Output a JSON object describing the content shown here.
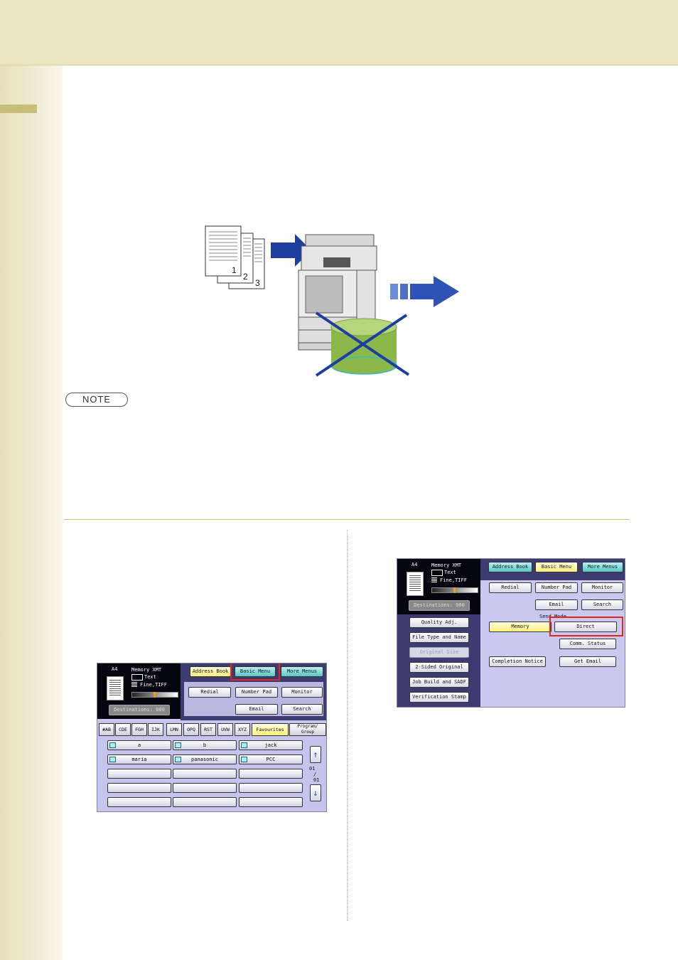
{
  "illustration": {
    "page_numbers": [
      "1",
      "2",
      "3"
    ]
  },
  "note_label": "NOTE",
  "panel_left": {
    "preview": {
      "size": "A4",
      "mode": "Memory XMT",
      "quality": "Text",
      "resolution": "Fine,TIFF",
      "destinations": "Destinations: 000"
    },
    "tabs": [
      "Address Book",
      "Basic Menu",
      "More Menus"
    ],
    "buttons": [
      "Redial",
      "Number Pad",
      "Monitor",
      "Email",
      "Search"
    ],
    "index_tabs": [
      "#AB",
      "CDE",
      "FGH",
      "IJK",
      "LMN",
      "OPQ",
      "RST",
      "UVW",
      "XYZ",
      "Favourites",
      "Program/ Group"
    ],
    "entries": [
      "a",
      "b",
      "jack",
      "maria",
      "panasonic",
      "PCC",
      "",
      "",
      "",
      "",
      "",
      "",
      "",
      "",
      ""
    ],
    "page_indicator": [
      "01",
      "/",
      "01"
    ]
  },
  "panel_right": {
    "preview": {
      "size": "A4",
      "mode": "Memory XMT",
      "quality": "Text",
      "resolution": "Fine,TIFF",
      "destinations": "Destinations: 000"
    },
    "tabs": [
      "Address Book",
      "Basic Menu",
      "More Menus"
    ],
    "buttons": [
      "Redial",
      "Number Pad",
      "Monitor",
      "Email",
      "Search"
    ],
    "left_menu": [
      "Quality Adj.",
      "File Type and Name",
      "Original Size",
      "2-Sided Original",
      "Job Build and SADF",
      "Verification Stamp"
    ],
    "send_mode_label": "Send Mode",
    "send_mode": [
      "Memory",
      "Direct"
    ],
    "other_buttons": [
      "Comm. Status",
      "Completion Notice",
      "Get Email"
    ]
  },
  "colors": {
    "highlight": "#e2261c",
    "arrow": "#1f3fa0",
    "storage": "#8cb84a"
  }
}
